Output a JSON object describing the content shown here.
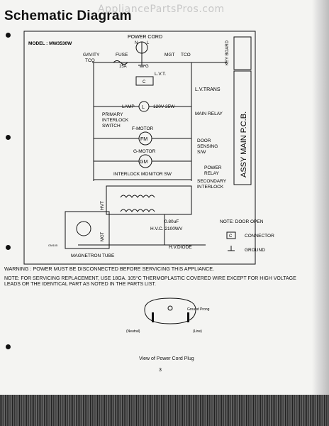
{
  "header": {
    "title": "Schematic Diagram",
    "watermark": "AppliancePartsPros.com"
  },
  "diagram": {
    "model": "MODEL : MW3530W",
    "power_cord": "POWER CORD",
    "cord_n": "N",
    "cord_l": "L",
    "cord_g": "G",
    "gavity_tco": "GAVITY",
    "tco_a": "TCO",
    "fuse": "FUSE",
    "fuse_rating": "15A",
    "mgt": "MGT",
    "tco_b": "TCO",
    "lvt": "L.V.T.",
    "c_box": "C",
    "key_board": "KEY BOARD",
    "lv_trans": "L.V.TRANS",
    "lamp": "LAMP",
    "lamp_sym": "L",
    "lamp_rating": "120V  25W",
    "main_relay": "MAIN RELAY",
    "primary_interlock": [
      "PRIMARY",
      "INTERLOCK",
      "SWITCH"
    ],
    "f_motor": "F-MOTOR",
    "fm": "FM",
    "g_motor": "G-MOTOR",
    "gm": "GM",
    "door_sensing": [
      "DOOR",
      "SENSING",
      "S/W"
    ],
    "power_relay": [
      "POWER",
      "RELAY"
    ],
    "interlock_monitor": "INTERLOCK MONITOR SW",
    "secondary_interlock": [
      "SECONDARY",
      "INTERLOCK"
    ],
    "assy_main_pcb": "ASSY  MAIN  P.C.B.",
    "hvt": "HVT",
    "capacitor": "0.80uF",
    "hvc": "H.V.C. 2100WV",
    "hv_diode": "H.V.DIODE",
    "magnetron_tube": "MAGNETRON TUBE",
    "mgt_label": "MGT",
    "note_door": "NOTE: DOOR OPEN",
    "legend_connector_sym": "C",
    "legend_connector": "CONNECTOR",
    "legend_ground": "GROUND",
    "small_code": "OM105"
  },
  "warning": "WARNING : POWER MUST BE DISCONNECTED BEFORE SERVICING THIS APPLIANCE.",
  "note": "NOTE: FOR SERVICING REPLACEMENT, USE 18GA. 105°C THERMOPLASTIC COVERED WIRE EXCEPT FOR HIGH VOLTAGE LEADS OR THE IDENTICAL PART AS NOTED IN THE PARTS LIST.",
  "plug": {
    "ground_prong": "Ground Prong",
    "neutral": "(Neutral)",
    "line": "(Line)",
    "caption": "View of Power Cord Plug"
  },
  "page_number": "3"
}
